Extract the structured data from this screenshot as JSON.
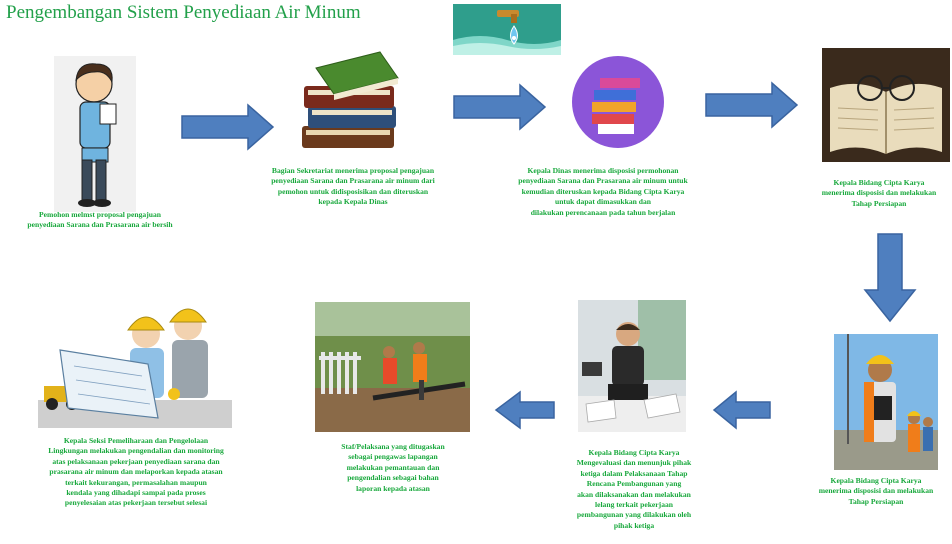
{
  "title": "Pengembangan Sistem Penyediaan Air Minum",
  "steps": [
    {
      "lines": [
        "Pemohon melmst proposal pengajuan",
        "penyediaan Sarana dan Prasarana air bersih"
      ]
    },
    {
      "lines": [
        "Bagian Sekretariat menerima proposal pengajuan",
        "penyediaan Sarana dan Prasarana air minum dari",
        "pemohon untuk didisposisikan dan diteruskan",
        "kepada Kepala Dinas"
      ]
    },
    {
      "lines": [
        "Kepala Dinas menerima disposisi permohonan",
        "penyediaan Sarana dan Prasarana air minum untuk",
        "kemudian diteruskan kepada Bidang Cipta Karya",
        "untuk dapat dimasukkan dan",
        "dilakukan perencanaan pada tahun berjalan"
      ]
    },
    {
      "lines": [
        "Kepala Bidang Cipta Karya",
        "menerima disposisi dan melakukan",
        "Tahap Persiapan"
      ]
    },
    {
      "lines": [
        "Kepala Bidang Cipta Karya",
        "menerima disposisi dan melakukan",
        "Tahap Persiapan"
      ]
    },
    {
      "lines": [
        "Kepala Bidang Cipta Karya",
        "Mengevaluasi dan menunjuk pihak",
        "ketiga dalam Pelaksanaan Tahap",
        "Rencana Pembangunan yang",
        "akan dilaksanakan dan melakukan",
        "lelang terkait pekerjaan",
        "pembangunan yang dilakukan oleh",
        "pihak ketiga"
      ]
    },
    {
      "lines": [
        "Staf/Pelaksana yang ditugaskan",
        "sebagai pengawas lapangan",
        "melakukan pemantauan dan",
        "pengendalian sebagai bahan",
        "laporan kepada atasan"
      ]
    },
    {
      "lines": [
        "Kepala Seksi Pemeliharaan dan Pengelolaan",
        "Lingkungan melakukan pengendalian dan monitoring",
        "atas pelaksanaan pekerjaan penyediaan sarana dan",
        "prasarana air minum dan melaporkan kepada atasan",
        "terkait kekurangan, permasalahan maupun",
        "kendala yang dihadapi sampai pada proses",
        "penyelesaian atas pekerjaan tersebut selesai"
      ]
    }
  ]
}
